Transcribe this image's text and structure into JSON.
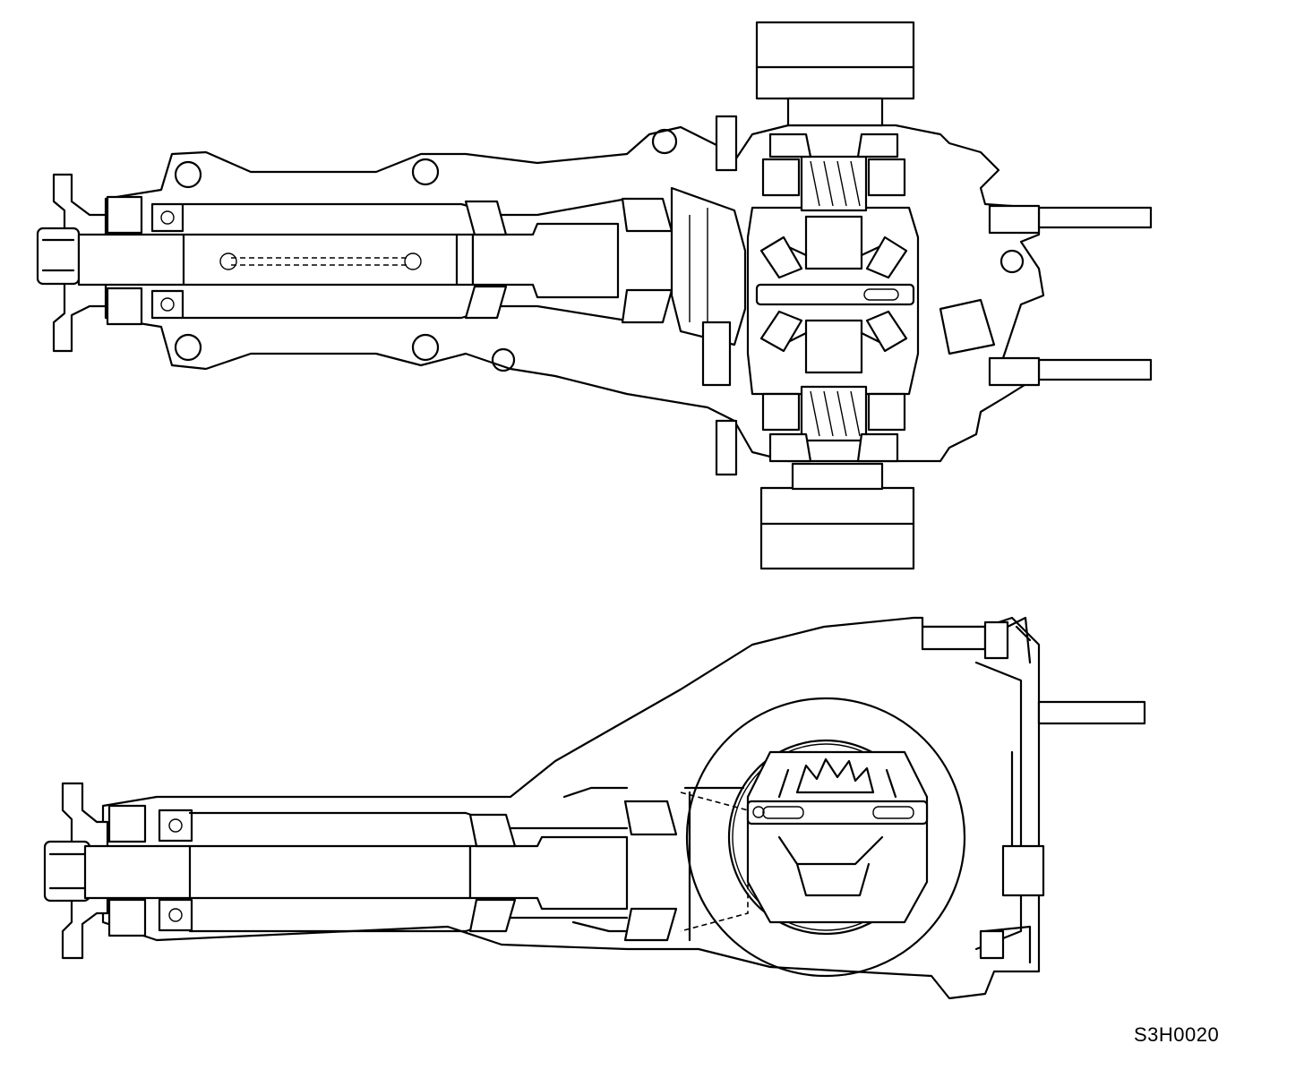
{
  "figure": {
    "code": "S3H0020",
    "views": [
      "top-view",
      "side-view"
    ],
    "line_color": "#000000",
    "background": "#ffffff"
  }
}
